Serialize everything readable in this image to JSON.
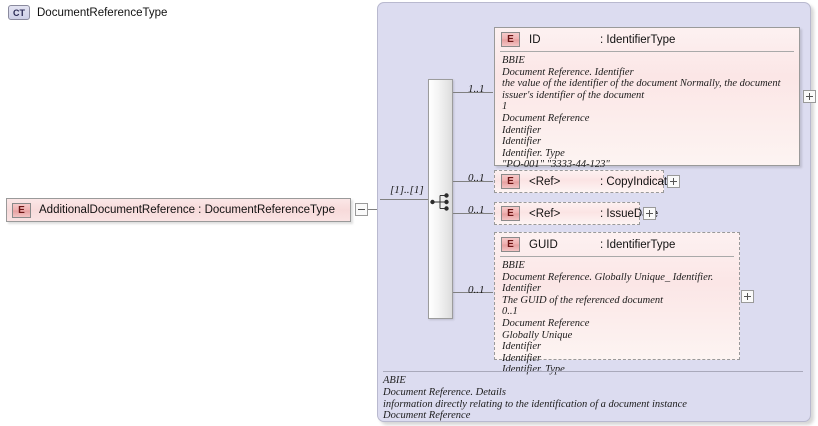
{
  "root_element": {
    "badge": "E",
    "label": "AdditionalDocumentReference : DocumentReferenceType",
    "toggle": "collapse"
  },
  "complex_type": {
    "badge": "CT",
    "title": "DocumentReferenceType"
  },
  "compositor": {
    "kind": "sequence",
    "cardinality": "[1]..[1]"
  },
  "children": [
    {
      "cardinality": "1..1",
      "badge": "E",
      "name": "ID",
      "type": ": IdentifierType",
      "style": "solid",
      "documentation": [
        "BBIE",
        "Document Reference. Identifier",
        "the value of the identifier of the document Normally, the document issuer's identifier of the document",
        "1",
        "Document Reference",
        "Identifier",
        "Identifier",
        "Identifier. Type",
        "\"PO-001\" \"3333-44-123\""
      ]
    },
    {
      "cardinality": "0..1",
      "badge": "E",
      "name": "<Ref>",
      "type": ": CopyIndicator",
      "style": "dashed",
      "documentation": []
    },
    {
      "cardinality": "0..1",
      "badge": "E",
      "name": "<Ref>",
      "type": ": IssueDate",
      "style": "dashed",
      "documentation": []
    },
    {
      "cardinality": "0..1",
      "badge": "E",
      "name": "GUID",
      "type": ": IdentifierType",
      "style": "dashed",
      "documentation": [
        "BBIE",
        "Document Reference. Globally Unique_ Identifier. Identifier",
        "The GUID of the referenced document",
        "0..1",
        "Document Reference",
        "Globally Unique",
        "Identifier",
        "Identifier",
        "Identifier. Type"
      ]
    }
  ],
  "annotation": {
    "lines": [
      "ABIE",
      "Document Reference. Details",
      "information directly relating to the identification of a document instance",
      "Document Reference"
    ]
  },
  "toggles": {
    "expand": "+",
    "collapse": "−"
  },
  "colors": {
    "container_fill": "#dcdcf0",
    "element_fill": "#fbe6e6",
    "badge_fill": "#efb0b0",
    "line": "#808080"
  }
}
